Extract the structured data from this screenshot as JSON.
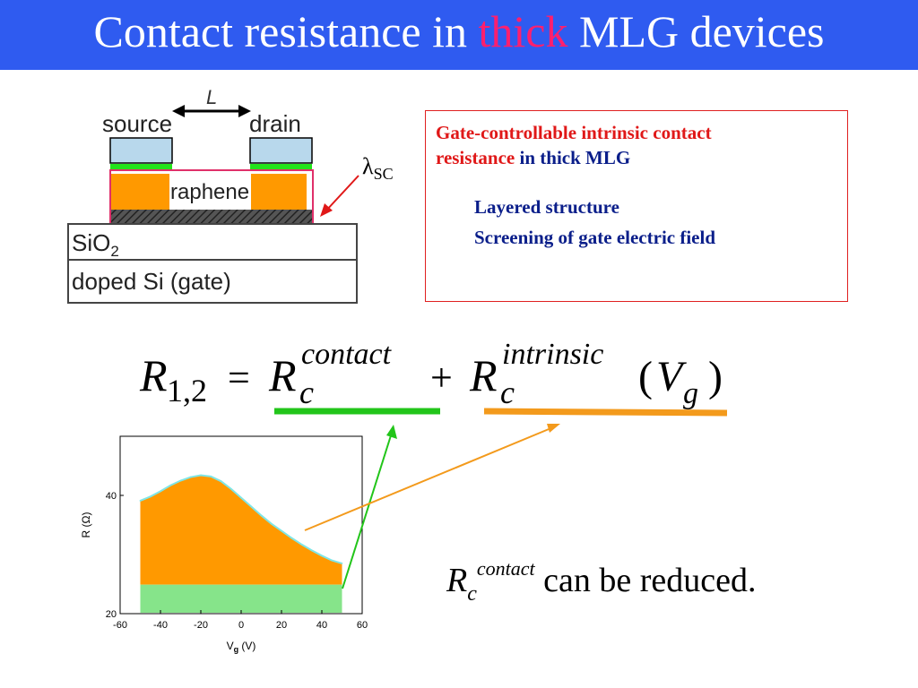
{
  "title": {
    "prefix": "Contact resistance in ",
    "highlight": "thick",
    "suffix": " MLG devices",
    "colors": {
      "bar": "#2f5bf0",
      "text": "#ffffff",
      "highlight": "#ff1f6e"
    }
  },
  "device_diagram": {
    "length_label": "L",
    "source_label": "source",
    "drain_label": "drain",
    "graphene_label": "raphene",
    "sio2_label": "SiO",
    "sio2_subscript": "2",
    "gate_label": "doped Si (gate)",
    "lambda_label": "λ",
    "lambda_subscript": "SC"
  },
  "info_box": {
    "line1": "Gate-controllable intrinsic contact",
    "line2_red": "resistance",
    "line2_navy": " in thick MLG",
    "bullet1": "Layered structure",
    "bullet2": "Screening of gate electric field"
  },
  "equation": {
    "R": "R",
    "sub12": "1,2",
    "equals": "=",
    "plus": "+",
    "c": "c",
    "contact": "contact",
    "intrinsic": "intrinsic",
    "lparen": "(",
    "V": "V",
    "g": "g",
    "rparen": ")",
    "underline_colors": {
      "contact": "#22c51a",
      "intrinsic": "#f39a1c"
    }
  },
  "caption": {
    "R": "R",
    "c": "c",
    "contact": "contact",
    "text": " can be reduced."
  },
  "chart_data": {
    "type": "area",
    "xlabel": "V",
    "xlabel_sub": "g",
    "xlabel_unit": " (V)",
    "ylabel": "R (Ω)",
    "xlim": [
      -60,
      60
    ],
    "ylim": [
      20,
      50
    ],
    "xticks": [
      -60,
      -40,
      -20,
      0,
      20,
      40,
      60
    ],
    "yticks": [
      20,
      40
    ],
    "x": [
      -50,
      -45,
      -40,
      -35,
      -30,
      -25,
      -20,
      -15,
      -10,
      -5,
      0,
      5,
      10,
      15,
      20,
      25,
      30,
      35,
      40,
      45,
      50
    ],
    "series": [
      {
        "values": [
          39.1,
          39.8,
          40.7,
          41.7,
          42.5,
          43.1,
          43.4,
          43.2,
          42.4,
          41.1,
          39.6,
          38.1,
          36.6,
          35.2,
          34.0,
          32.8,
          31.7,
          30.7,
          29.8,
          29.0,
          28.5
        ]
      }
    ],
    "contact_band": {
      "x_range": [
        -50,
        50
      ],
      "y_range": [
        20,
        24.9
      ]
    },
    "colors": {
      "intrinsic": "#ff9900",
      "contact": "#86e48a",
      "line": "#7fe6e6"
    }
  }
}
